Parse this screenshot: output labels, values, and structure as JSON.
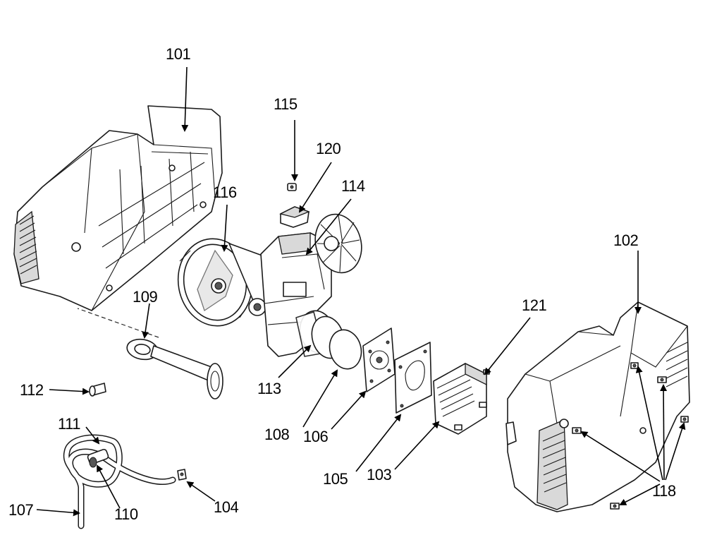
{
  "parts": [
    {
      "id": "101",
      "label": "101"
    },
    {
      "id": "102",
      "label": "102"
    },
    {
      "id": "103",
      "label": "103"
    },
    {
      "id": "104",
      "label": "104"
    },
    {
      "id": "105",
      "label": "105"
    },
    {
      "id": "106",
      "label": "106"
    },
    {
      "id": "107",
      "label": "107"
    },
    {
      "id": "108",
      "label": "108"
    },
    {
      "id": "109",
      "label": "109"
    },
    {
      "id": "110",
      "label": "110"
    },
    {
      "id": "111",
      "label": "111"
    },
    {
      "id": "112",
      "label": "112"
    },
    {
      "id": "113",
      "label": "113"
    },
    {
      "id": "114",
      "label": "114"
    },
    {
      "id": "115",
      "label": "115"
    },
    {
      "id": "116",
      "label": "116"
    },
    {
      "id": "118",
      "label": "118"
    },
    {
      "id": "120",
      "label": "120"
    },
    {
      "id": "121",
      "label": "121"
    }
  ]
}
